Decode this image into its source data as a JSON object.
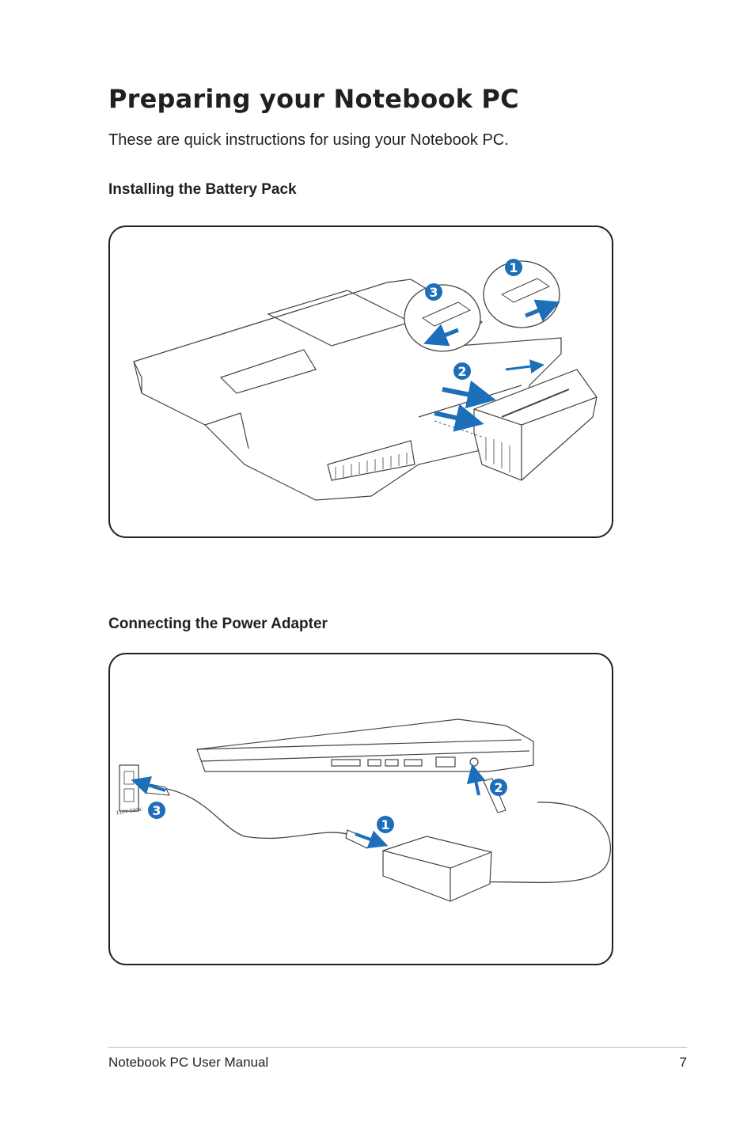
{
  "page": {
    "title": "Preparing your Notebook PC",
    "intro": "These are quick instructions for using your Notebook PC."
  },
  "sections": [
    {
      "heading": "Installing the Battery Pack",
      "steps": [
        "1",
        "2",
        "3"
      ]
    },
    {
      "heading": "Connecting the Power Adapter",
      "steps": [
        "1",
        "2",
        "3"
      ],
      "outlet_label": "110V-220V"
    }
  ],
  "footer": {
    "manual_name": "Notebook PC User Manual",
    "page_number": "7"
  },
  "colors": {
    "text": "#231f20",
    "arrow_blue": "#1c6fb8",
    "line": "#444444"
  },
  "icons": [
    "step-1-badge-icon",
    "step-2-badge-icon",
    "step-3-badge-icon",
    "arrow-icon",
    "wall-outlet-icon"
  ]
}
